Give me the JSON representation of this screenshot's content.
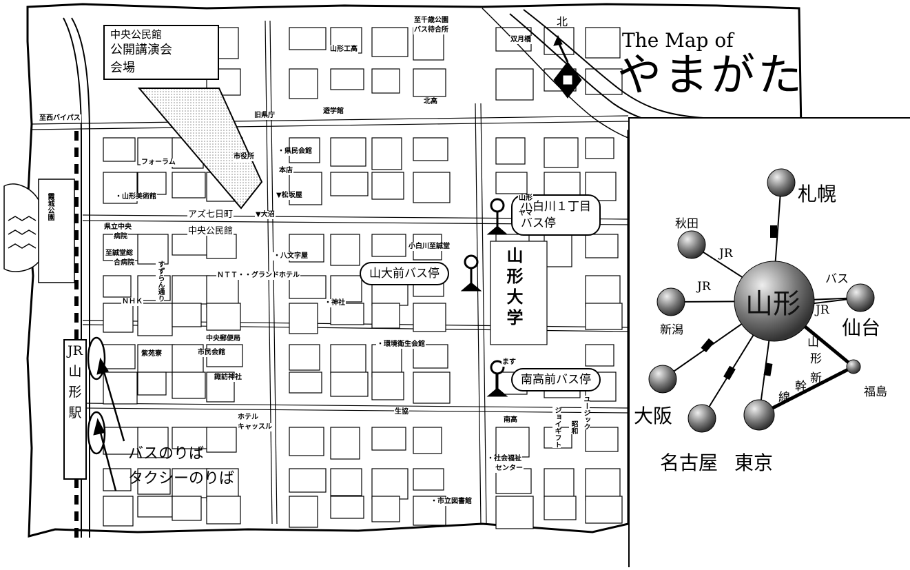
{
  "title": {
    "line1": "The Map of",
    "line2": "やまがた"
  },
  "north": "北",
  "callout_venue": {
    "line1": "中央公民館",
    "line2": "公開講演会",
    "line3": "会場"
  },
  "bus_stops": {
    "kojirakawa": {
      "line1": "小白川１丁目",
      "line2": "バス停"
    },
    "yamadai": "山大前バス停",
    "nanko": "南高前バス停"
  },
  "university": "山形大学",
  "station": {
    "chars": [
      "JR",
      "山",
      "形",
      "駅"
    ]
  },
  "rides": {
    "bus": "バスのりば",
    "taxi": "タクシーのりば"
  },
  "park": "霞城公園",
  "map_labels": {
    "bypass": "至西バイパス",
    "chitose": "至千歳公園\nバス待合所",
    "chitose_l1": "至千歳公園",
    "chitose_l2": "バス待合所",
    "souge": "双月橋",
    "kogyo": "山形工高",
    "hokko": "北高",
    "yugakukan": "遊学館",
    "kyukencho": "旧県庁",
    "kenmin": "・県民会館",
    "shiyakusho": "市役所",
    "honten": "本店",
    "forum": "フォーラム",
    "bijutsukan": "・山形美術館",
    "matsuzakaya": "▼松坂屋",
    "azu": "アズ七日町",
    "ohnuma": "▼大沼",
    "chuo_kominkan": "中央公民館",
    "kenritsu": "県立中央",
    "kenritsu2": "病院",
    "shiseido": "至誠堂総",
    "shiseido2": "合病院",
    "suzuran": "すずらん通り",
    "nhk": "ＮＨＫ",
    "ntt": "ＮＴＴ・・グランドホテル",
    "hachimonji": "・八文字屋",
    "jinja": "・神社",
    "yubinkyoku": "中央郵便局",
    "shimin": "市民会館",
    "shienryo": "紫苑寮",
    "suwa": "諏訪神社",
    "kankyo": "・環境衛生会館",
    "kojirakawa_shiseido": "小白川至誠堂",
    "seikyo": "生協",
    "nanko_school": "南高",
    "hotel": "ホテル",
    "hotel2": "キャッスル",
    "joy": "ジョイギフト",
    "showa": "昭和",
    "music": "ユージック",
    "shakai": "・社会福祉",
    "shakai2": "センター",
    "toshokan": "・市立図書館",
    "yamagata_small": "山形",
    "yamagata_small2": "ヤマ",
    "masu": "ます"
  },
  "inset": {
    "hub": "山形",
    "cities": {
      "sapporo": "札幌",
      "akita": "秋田",
      "niigata": "新潟",
      "sendai": "仙台",
      "fukushima": "福島",
      "osaka": "大阪",
      "nagoya": "名古屋",
      "tokyo": "東京"
    },
    "routes": {
      "jr_akita": "JR",
      "jr_niigata": "JR",
      "bus_sendai": "バス",
      "jr_sendai": "JR",
      "shinkansen": [
        "山",
        "形",
        "新",
        "幹",
        "線"
      ]
    }
  }
}
